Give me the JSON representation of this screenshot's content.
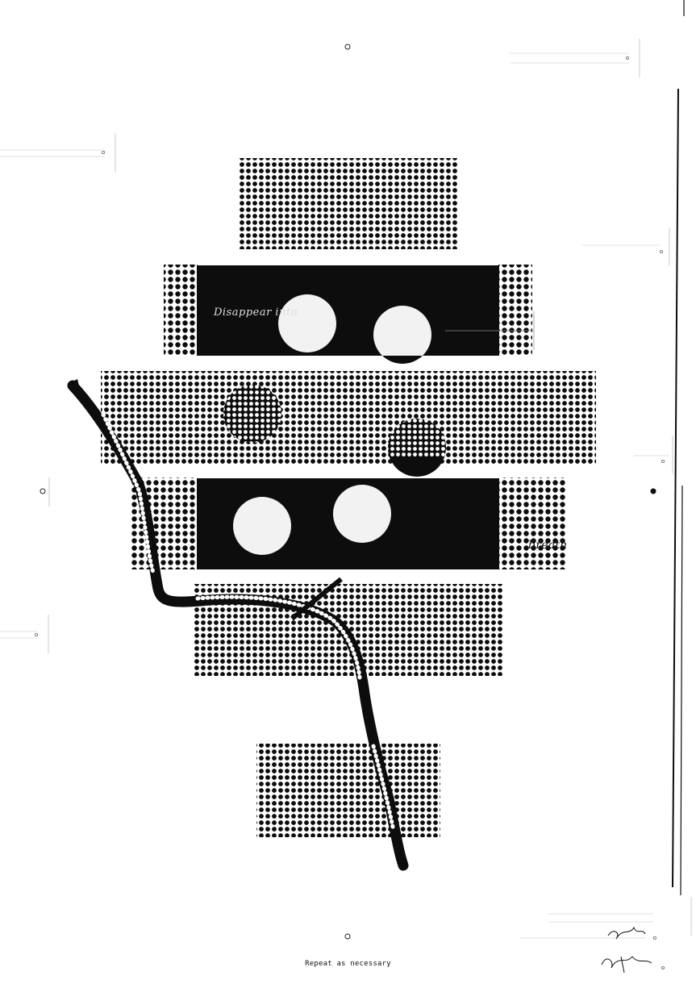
{
  "poster": {
    "caption": "Repeat as necessary",
    "handwritten_top": "Disappear into",
    "handwritten_bottom": "breath",
    "palette": {
      "ink": "#0d0d0d",
      "paper": "#ffffff",
      "circle": "#f2f2f2",
      "rule": "#d9d9d9"
    }
  }
}
